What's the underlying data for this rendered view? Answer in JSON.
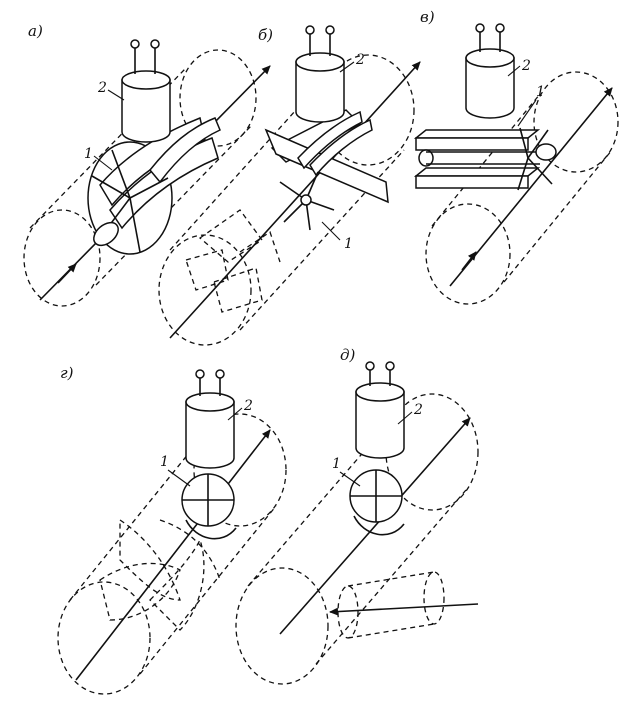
{
  "panels": [
    {
      "id": "a",
      "label": "а)",
      "sensor_num": "2",
      "rotor_num": "1"
    },
    {
      "id": "b",
      "label": "б)",
      "sensor_num": "2",
      "rotor_num": "1"
    },
    {
      "id": "v",
      "label": "в)",
      "sensor_num": "2",
      "rotor_num": "1"
    },
    {
      "id": "g",
      "label": "г)",
      "sensor_num": "2",
      "rotor_num": "1"
    },
    {
      "id": "d",
      "label": "д)",
      "sensor_num": "2",
      "rotor_num": "1"
    }
  ]
}
